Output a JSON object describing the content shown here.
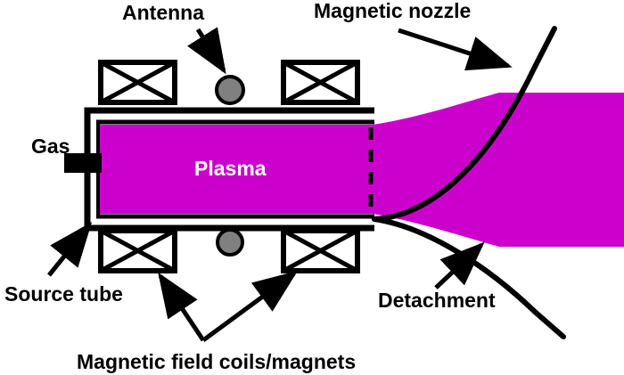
{
  "diagram": {
    "title": "Magnetic nozzle plasma thruster schematic",
    "background_color": "#ffffff",
    "stroke_color": "#000000",
    "labels": {
      "antenna": "Antenna",
      "magnetic_nozzle": "Magnetic nozzle",
      "gas": "Gas",
      "plasma": "Plasma",
      "source_tube": "Source tube",
      "detachment": "Detachment",
      "coils": "Magnetic field coils/magnets"
    },
    "colors": {
      "plasma_fill": "#cc00cc",
      "antenna_fill": "#808080",
      "outline": "#000000",
      "plasma_text": "#ffffff"
    },
    "components": {
      "coil_top_left": "magnetic-field-coil",
      "coil_top_right": "magnetic-field-coil",
      "coil_bottom_left": "magnetic-field-coil",
      "coil_bottom_right": "magnetic-field-coil",
      "antenna_top": "antenna-electrode",
      "antenna_bottom": "antenna-electrode",
      "gas_inlet": "gas-inlet-port",
      "tube_exit_plane": "exit-plane-dashed"
    }
  }
}
